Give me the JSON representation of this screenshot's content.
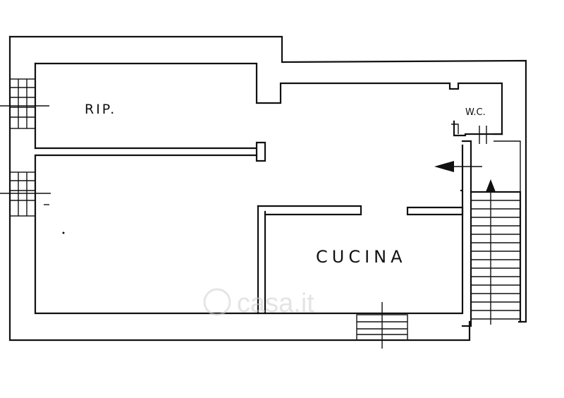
{
  "rooms": {
    "storage": "RIP.",
    "wc": "W.C.",
    "kitchen": "CUCINA"
  },
  "watermark": "casa.it"
}
